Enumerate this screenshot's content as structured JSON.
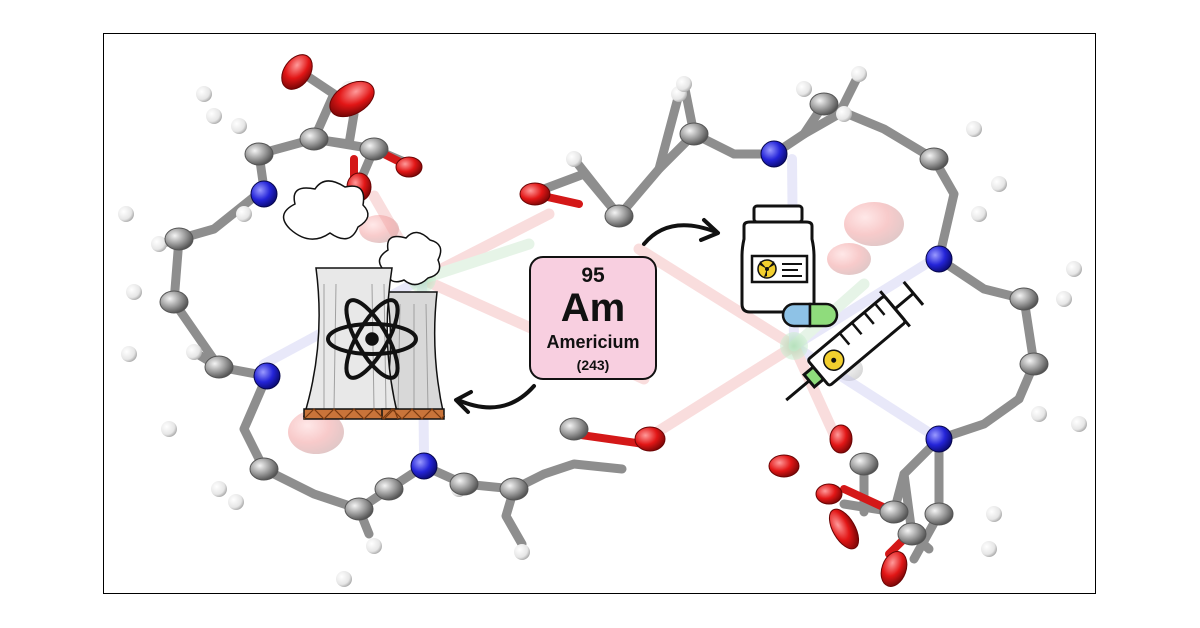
{
  "element": {
    "atomic_number": "95",
    "symbol": "Am",
    "name": "Americium",
    "mass": "(243)"
  },
  "icons": [
    "nuclear-power-plant-icon",
    "radioactive-medicine-bottle-icon",
    "pill-capsule-icon",
    "radioactive-syringe-icon"
  ],
  "colors": {
    "card_fill": "#f8cfe0",
    "oxygen": "#e21b1b",
    "nitrogen": "#2020d8",
    "carbon": "#8a8a8a",
    "hydrogen": "#f2f2f2",
    "metal_bond": "#a8d8b0",
    "capsule_blue": "#8ec2e6",
    "capsule_green": "#8fdc7c",
    "radiation_yellow": "#f2cf2e"
  }
}
